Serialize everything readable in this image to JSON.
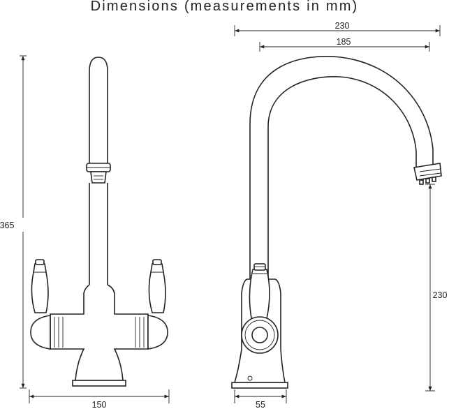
{
  "title": "Dimensions (measurements in mm)",
  "dimensions": {
    "front_height": "365",
    "front_base_width": "150",
    "side_overall_width": "230",
    "side_spout_reach": "185",
    "side_spout_height": "230",
    "side_base_width": "55"
  }
}
